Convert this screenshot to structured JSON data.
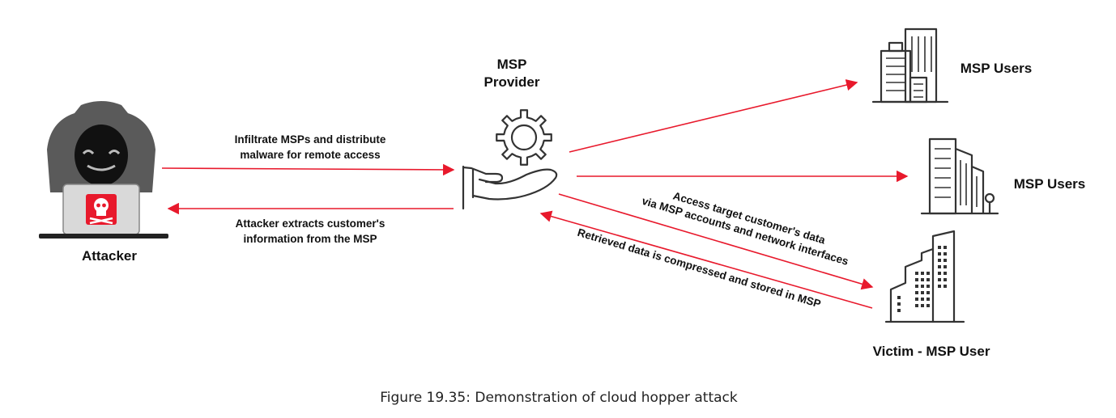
{
  "nodes": {
    "attacker": "Attacker",
    "msp_provider_line1": "MSP",
    "msp_provider_line2": "Provider",
    "msp_users_1": "MSP Users",
    "msp_users_2": "MSP Users",
    "victim": "Victim - MSP User"
  },
  "edges": {
    "infiltrate_line1": "Infiltrate MSPs and distribute",
    "infiltrate_line2": "malware for remote access",
    "extract_line1": "Attacker extracts customer's",
    "extract_line2": "information from the MSP",
    "access_line1": "Access target customer's data",
    "access_line2": "via MSP accounts and network interfaces",
    "retrieved": "Retrieved data is compressed and stored in MSP"
  },
  "caption": "Figure 19.35: Demonstration of cloud hopper attack",
  "colors": {
    "arrow": "#e8192c",
    "skull_bg": "#e8192c",
    "hood": "#5a5a5a",
    "laptop": "#d9d9d9"
  },
  "icons": [
    "hacker-icon",
    "gear-hand-icon",
    "office-building-icon",
    "tower-building-icon",
    "city-building-icon"
  ]
}
